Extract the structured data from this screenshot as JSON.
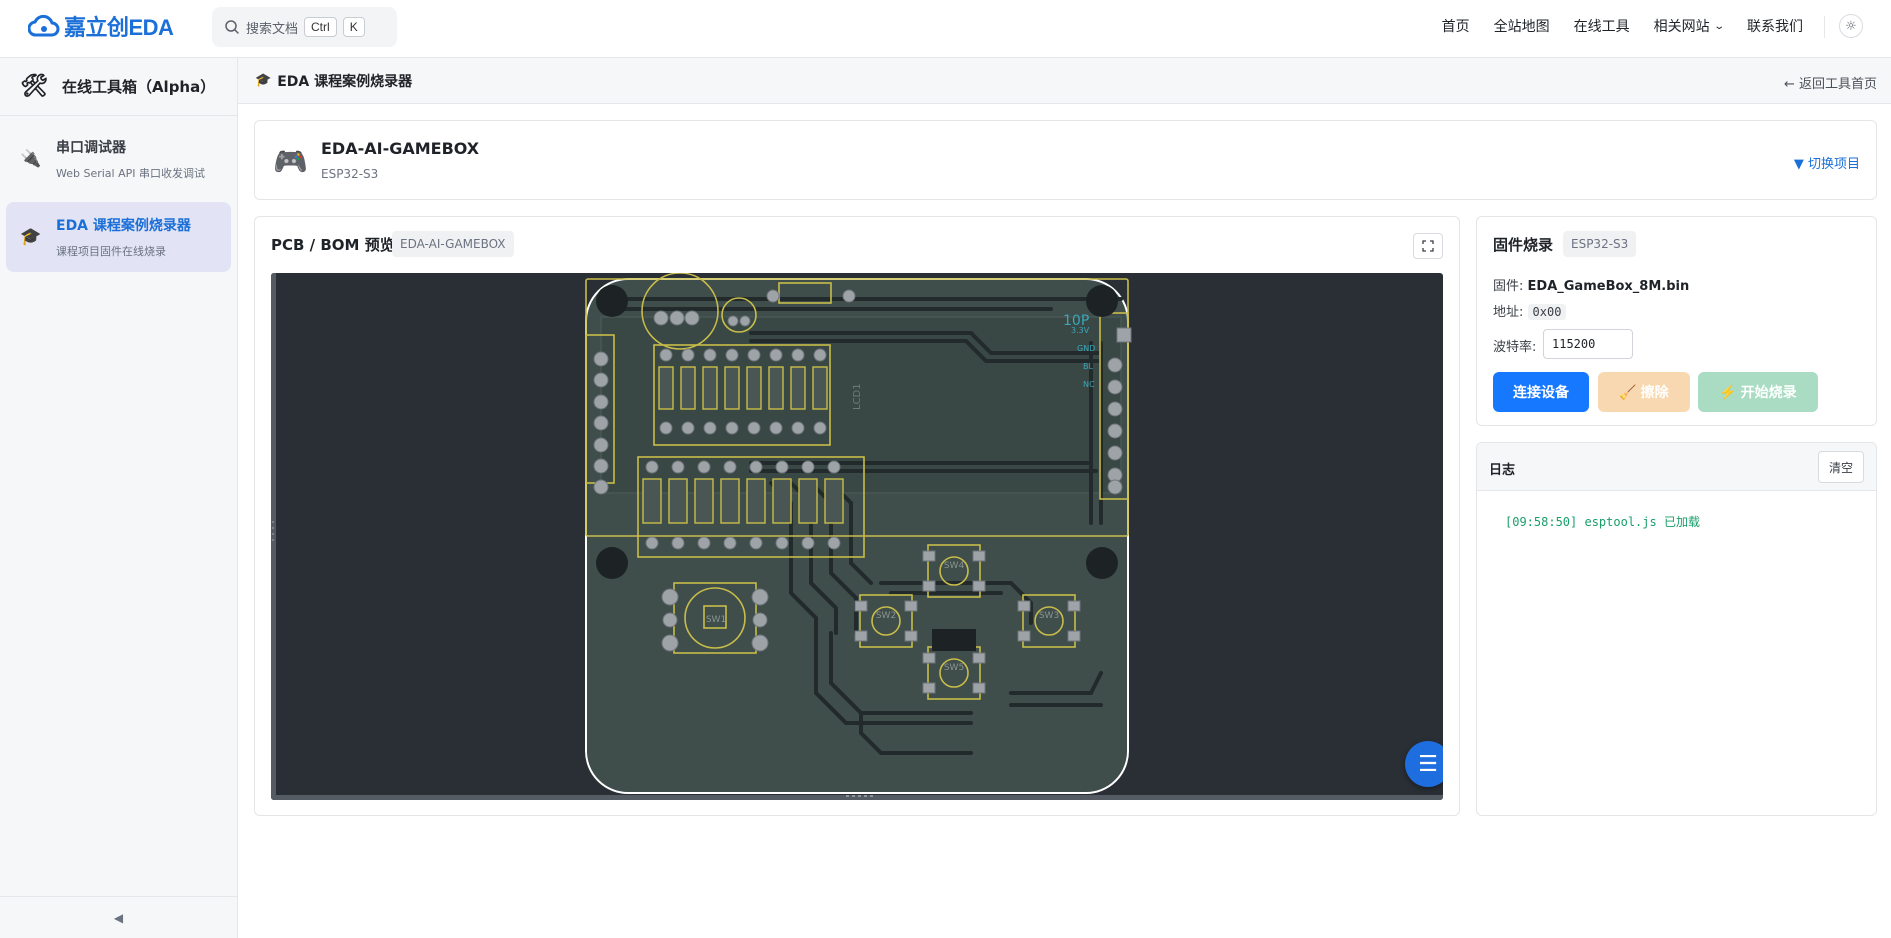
{
  "brand": {
    "name": "嘉立创EDA",
    "accent": "#1b6fd8"
  },
  "search": {
    "placeholder": "搜索文档",
    "kbd1": "Ctrl",
    "kbd2": "K"
  },
  "nav": {
    "items": [
      "首页",
      "全站地图",
      "在线工具",
      "相关网站",
      "联系我们"
    ],
    "dropdown_icon": "chevron-down-icon"
  },
  "sidebar": {
    "title": "在线工具箱（Alpha）",
    "items": [
      {
        "label": "串口调试器",
        "desc": "Web Serial API 串口收发调试",
        "icon": "plug-icon"
      },
      {
        "label": "EDA 课程案例烧录器",
        "desc": "课程项目固件在线烧录",
        "icon": "graduation-cap-icon",
        "active": true
      }
    ],
    "collapse_icon": "◀"
  },
  "page": {
    "title": "EDA 课程案例烧录器",
    "back": "← 返回工具首页"
  },
  "project": {
    "name": "EDA-AI-GAMEBOX",
    "chip": "ESP32-S3",
    "switch": "▼ 切换项目"
  },
  "pcb": {
    "title": "PCB / BOM 预览",
    "tag": "EDA-AI-GAMEBOX",
    "labels": {
      "connector": "10P",
      "lcd": "LCD1",
      "pins": [
        "3.3V",
        "GND",
        "BL",
        "NC"
      ],
      "switches": [
        "SW1",
        "SW2",
        "SW3",
        "SW4",
        "SW5"
      ]
    }
  },
  "firmware": {
    "title": "固件烧录",
    "chip": "ESP32-S3",
    "file_label": "固件:",
    "file": "EDA_GameBox_8M.bin",
    "addr_label": "地址:",
    "addr": "0x00",
    "baud_label": "波特率:",
    "baud": "115200",
    "btn_connect": "连接设备",
    "btn_erase": "🧹 擦除",
    "btn_flash": "⚡ 开始烧录"
  },
  "log": {
    "title": "日志",
    "clear": "清空",
    "lines": [
      "[09:58:50] esptool.js 已加载"
    ]
  }
}
